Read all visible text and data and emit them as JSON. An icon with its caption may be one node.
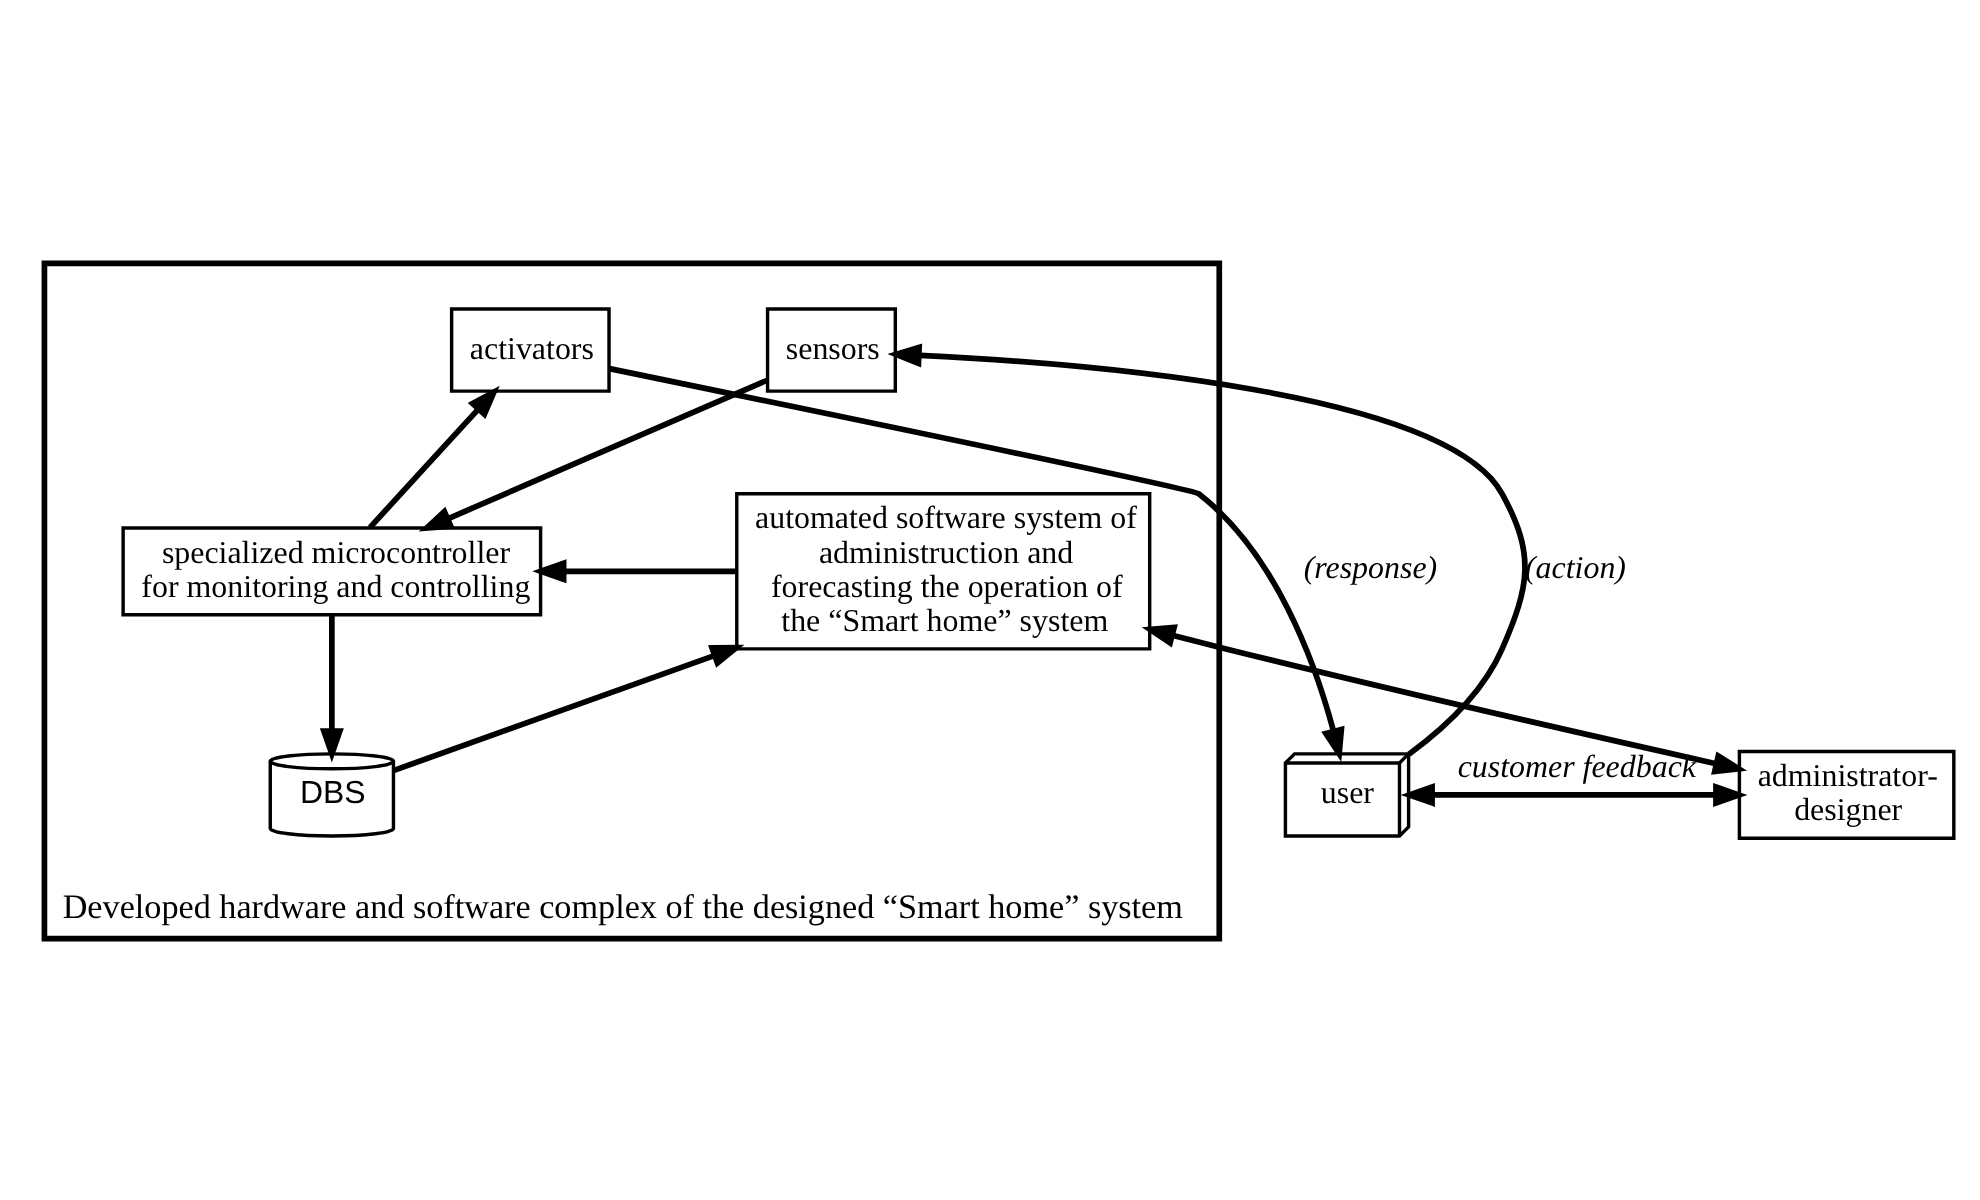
{
  "diagram": {
    "nodes": [
      {
        "text": [
          "Developed hardware and software complex of the designed “Smart home” system"
        ]
      },
      {
        "text": [
          "user"
        ]
      },
      {
        "text": [
          "administrator-designer"
        ]
      },
      {
        "text": [
          "sensors"
        ],
        "in": 0
      },
      {
        "text": [
          "activators"
        ],
        "in": 0
      },
      {
        "text": [
          "specialized microcontroller for monitoring and controlling"
        ],
        "in": 0
      },
      {
        "text": [
          "DBS"
        ],
        "in": 0
      },
      {
        "text": [
          "automated software system of administruction and forecasting the operation of the “Smart home” system"
        ],
        "in": 0
      }
    ],
    "edges": [
      {
        "from": 1,
        "to": 2,
        "arrow": "both",
        "label": "customer feedback"
      },
      {
        "from": 1,
        "to": 3,
        "arrow": "to",
        "label": "(action)"
      },
      {
        "from": 4,
        "to": 1,
        "arrow": "to",
        "label": "(response)"
      },
      {
        "from": 3,
        "to": 5,
        "arrow": "to"
      },
      {
        "from": 5,
        "to": 4,
        "arrow": "to"
      },
      {
        "from": 7,
        "to": 2,
        "arrow": "both"
      },
      {
        "from": 7,
        "to": 5,
        "arrow": "to"
      },
      {
        "from": 5,
        "to": 6,
        "arrow": "to"
      },
      {
        "from": 6,
        "to": 7,
        "arrow": "to"
      }
    ]
  }
}
